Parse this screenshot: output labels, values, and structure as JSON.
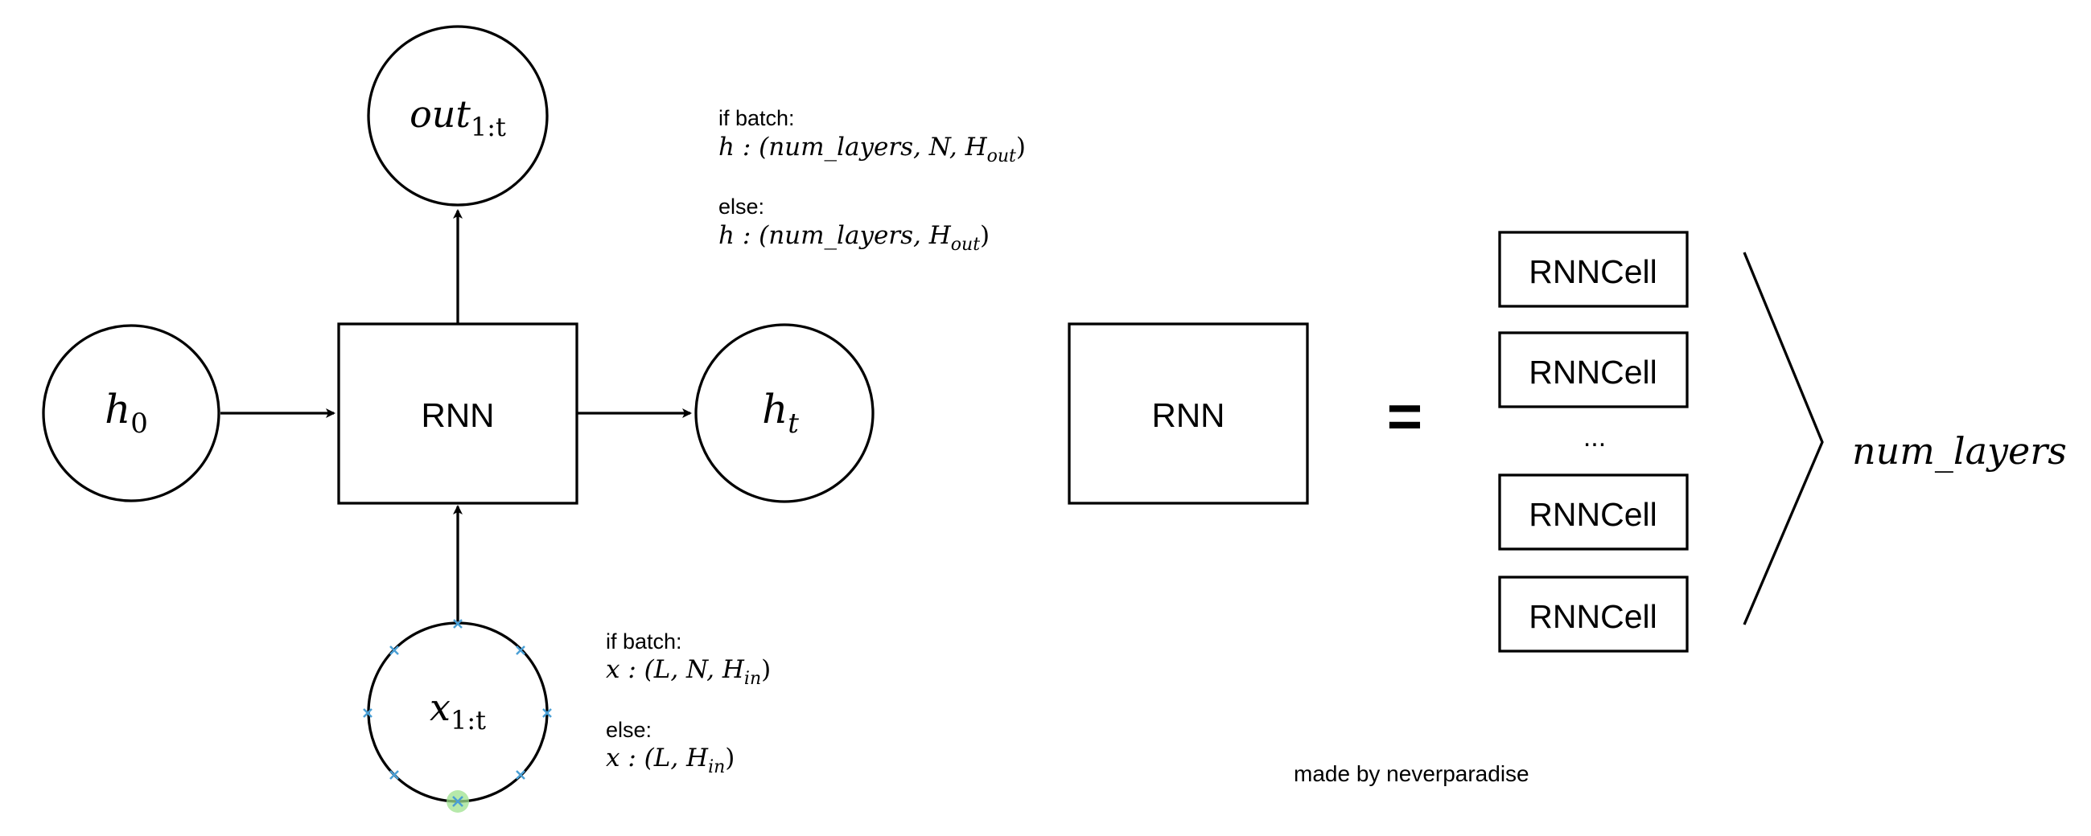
{
  "nodes": {
    "h0": {
      "base": "h",
      "sub": "0"
    },
    "out": {
      "base": "out",
      "sub": "1:t"
    },
    "ht": {
      "base": "h",
      "sub": "t"
    },
    "x": {
      "base": "x",
      "sub": "1:t"
    },
    "rnn_left": "RNN",
    "rnn_right": "RNN"
  },
  "annotations": {
    "h_shape": {
      "if_batch": "if batch:",
      "batch_var": "h",
      "batch_open": " : (num_layers, N, H",
      "batch_sub": "out",
      "batch_close": ")",
      "else": "else:",
      "else_var": "h",
      "else_open": " : (num_layers, H",
      "else_sub": "out",
      "else_close": ")"
    },
    "x_shape": {
      "if_batch": "if batch:",
      "batch_var": "x",
      "batch_open": " : (L, N, H",
      "batch_sub": "in",
      "batch_close": ")",
      "else": "else:",
      "else_var": "x",
      "else_open": " : (L, H",
      "else_sub": "in",
      "else_close": ")"
    }
  },
  "equals": "=",
  "stack": {
    "cells": [
      "RNNCell",
      "RNNCell",
      "RNNCell",
      "RNNCell"
    ],
    "ellipsis": "...",
    "brace_label": "num_layers"
  },
  "credit": "made by neverparadise"
}
